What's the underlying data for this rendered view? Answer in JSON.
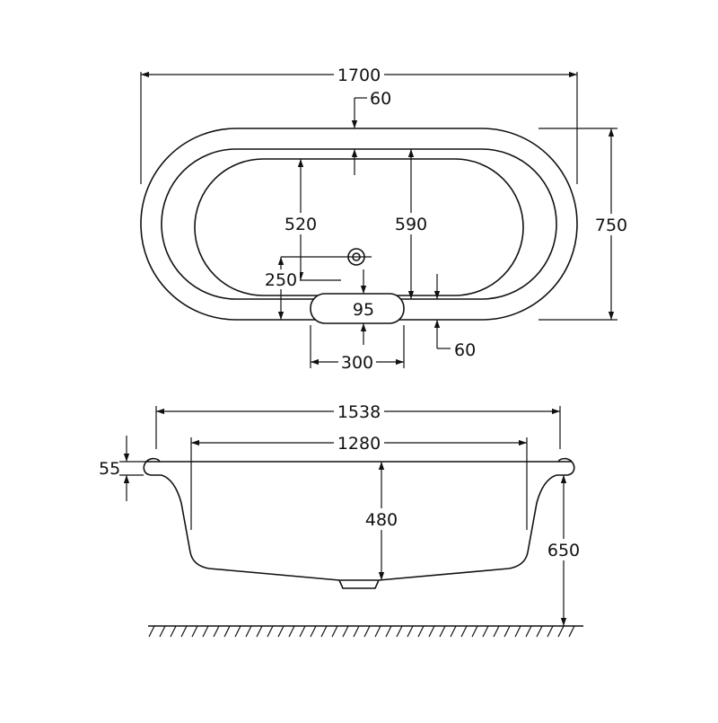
{
  "plan_view": {
    "overall_length": "1700",
    "overall_width": "750",
    "rim_width_top": "60",
    "rim_width_bottom": "60",
    "inner_width_at_waste": "520",
    "inner_width": "590",
    "waste_offset": "250",
    "overflow_panel_depth": "95",
    "overflow_panel_width": "300"
  },
  "side_view": {
    "rim_length": "1538",
    "base_length": "1280",
    "rim_thickness": "55",
    "internal_depth": "480",
    "overall_height": "650"
  }
}
